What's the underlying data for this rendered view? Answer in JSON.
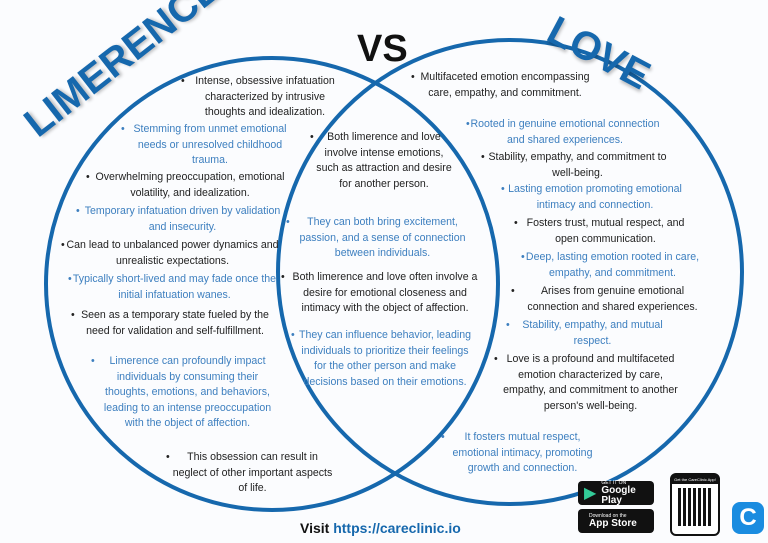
{
  "header": {
    "left_title": "LIMERENCE",
    "vs": "VS",
    "right_title": "LOVE"
  },
  "colors": {
    "accent": "#1668ad",
    "blue_text": "#3d7fbf"
  },
  "limerence": [
    "Intense, obsessive infatuation characterized by intrusive thoughts and idealization.",
    "Stemming from unmet emotional needs or unresolved childhood trauma.",
    "Overwhelming preoccupation, emotional volatility, and idealization.",
    "Temporary infatuation driven by validation and insecurity.",
    "Can lead to unbalanced power dynamics and unrealistic expectations.",
    "Typically short-lived and may fade once the initial infatuation wanes.",
    "Seen as a temporary state fueled by the need for validation and self-fulfillment.",
    "Limerence can profoundly impact individuals by consuming their thoughts, emotions, and behaviors, leading to an intense preoccupation with the object of affection.",
    "This obsession can result in neglect of other important aspects of life."
  ],
  "both": [
    "Both limerence and love involve intense emotions, such as attraction and desire for another person.",
    "They can both bring excitement, passion, and a sense of connection between individuals.",
    "Both limerence and love often involve a desire for emotional closeness and intimacy with the object of affection.",
    "They can influence behavior, leading individuals to prioritize their feelings for the other person and make decisions based on their emotions."
  ],
  "love": [
    "Multifaceted emotion encompassing care, empathy, and commitment.",
    "Rooted in genuine emotional connection and shared experiences.",
    "Stability, empathy, and commitment to well-being.",
    "Lasting emotion promoting emotional intimacy and connection.",
    "Fosters trust, mutual respect, and open communication.",
    "Deep, lasting emotion rooted in care, empathy, and commitment.",
    "Arises from genuine emotional connection and shared experiences.",
    "Stability, empathy, and mutual respect.",
    "Love is a profound and multifaceted emotion characterized by care, empathy, and commitment to another person's well-being.",
    "It fosters mutual respect, emotional intimacy, promoting growth and connection."
  ],
  "footer": {
    "visit": "Visit",
    "url": "https://careclinic.io",
    "google_small": "GET IT ON",
    "google": "Google Play",
    "apple_small": "Download on the",
    "apple": "App Store",
    "qr_label": "Get the CareClinic App!"
  }
}
